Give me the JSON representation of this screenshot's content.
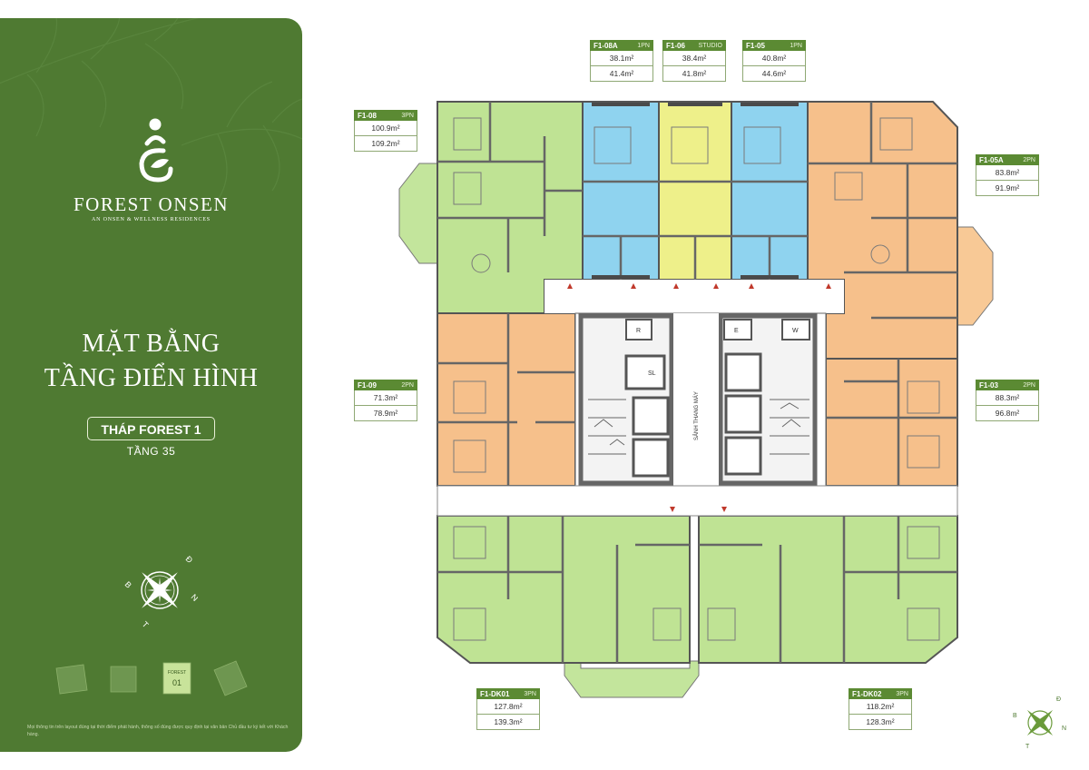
{
  "brand": {
    "name": "FOREST ONSEN",
    "tagline": "AN ONSEN & WELLNESS RESIDENCES"
  },
  "title": {
    "line1": "MẶT BẰNG",
    "line2": "TẦNG ĐIỂN HÌNH"
  },
  "tower_label": "THÁP FOREST 1",
  "floor_label": "TẦNG 35",
  "mini_map_label": {
    "line1": "FOREST",
    "line2": "01"
  },
  "notice": "Mọi thông tin trên layout đúng tại thời điểm phát hành, thông số đúng được quy định tại văn bản Chủ đầu tư ký kết với Khách hàng.",
  "compass": {
    "north": "N",
    "south": "T",
    "east": "Đ",
    "west": "B"
  },
  "core_labels": {
    "r": "R",
    "sl": "SL",
    "e": "E",
    "w": "W",
    "lobby": "SẢNH THANG MÁY"
  },
  "area_unit": "m²",
  "colors": {
    "sidebar": "#4f7a32",
    "unit_green": "#b9de8a",
    "unit_orange": "#f6c08b",
    "unit_blue": "#8fd3ef",
    "unit_yellow": "#eef08a",
    "label_header": "#5b8a33",
    "wall": "#666666"
  },
  "units": [
    {
      "id": "F1-08A",
      "type": "1PN",
      "area1": "38.1",
      "area2": "41.4"
    },
    {
      "id": "F1-06",
      "type": "STUDIO",
      "area1": "38.4",
      "area2": "41.8"
    },
    {
      "id": "F1-05",
      "type": "1PN",
      "area1": "40.8",
      "area2": "44.6"
    },
    {
      "id": "F1-08",
      "type": "3PN",
      "area1": "100.9",
      "area2": "109.2"
    },
    {
      "id": "F1-05A",
      "type": "2PN",
      "area1": "83.8",
      "area2": "91.9"
    },
    {
      "id": "F1-09",
      "type": "2PN",
      "area1": "71.3",
      "area2": "78.9"
    },
    {
      "id": "F1-03",
      "type": "2PN",
      "area1": "88.3",
      "area2": "96.8"
    },
    {
      "id": "F1-DK01",
      "type": "3PN",
      "area1": "127.8",
      "area2": "139.3"
    },
    {
      "id": "F1-DK02",
      "type": "3PN",
      "area1": "118.2",
      "area2": "128.3"
    }
  ]
}
